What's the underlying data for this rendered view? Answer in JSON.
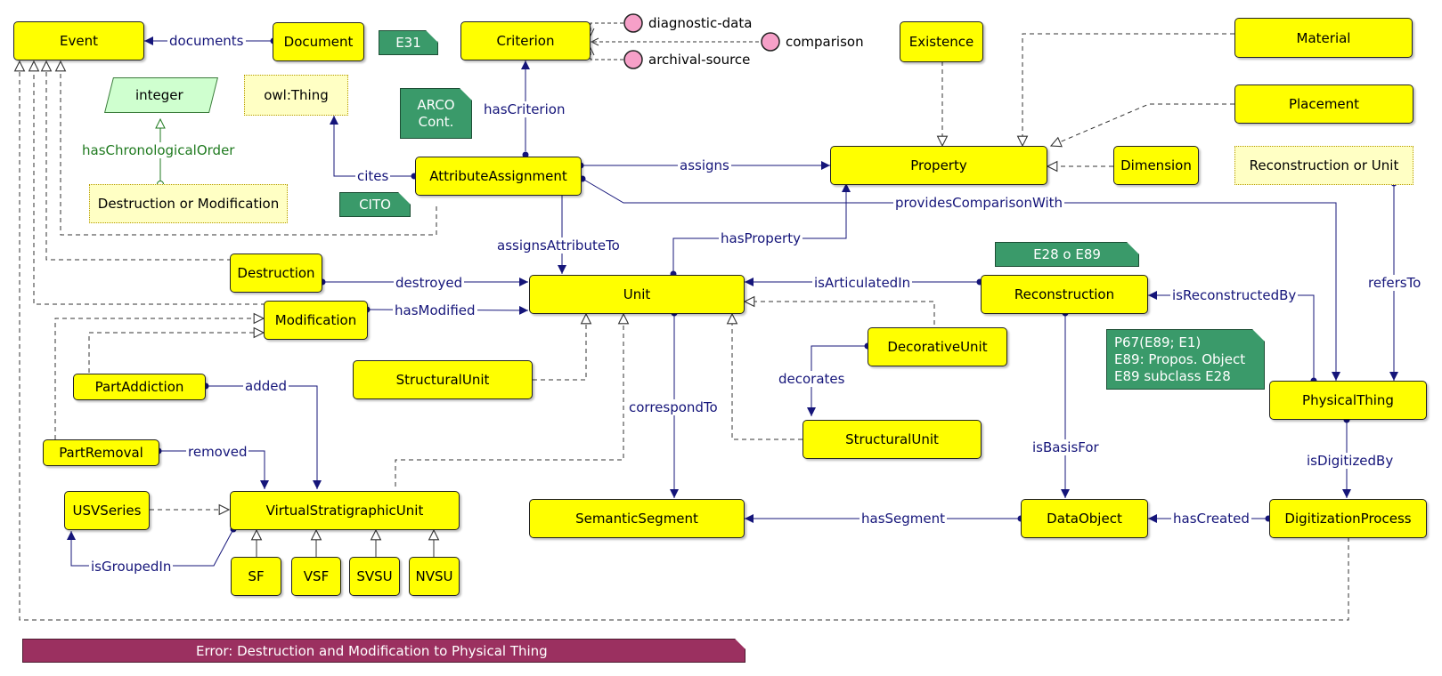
{
  "classes": {
    "event": "Event",
    "document": "Document",
    "criterion": "Criterion",
    "existence": "Existence",
    "material": "Material",
    "placement": "Placement",
    "property": "Property",
    "dimension": "Dimension",
    "attribute_assignment": "AttributeAssignment",
    "destruction": "Destruction",
    "modification": "Modification",
    "unit": "Unit",
    "reconstruction": "Reconstruction",
    "decorative_unit": "DecorativeUnit",
    "structural_unit_left": "StructuralUnit",
    "structural_unit_right": "StructuralUnit",
    "part_addiction": "PartAddiction",
    "part_removal": "PartRemoval",
    "physical_thing": "PhysicalThing",
    "usv_series": "USVSeries",
    "virtual_stratigraphic_unit": "VirtualStratigraphicUnit",
    "semantic_segment": "SemanticSegment",
    "data_object": "DataObject",
    "digitization_process": "DigitizationProcess",
    "sf": "SF",
    "vsf": "VSF",
    "svsu": "SVSU",
    "nvsu": "NVSU"
  },
  "external_classes": {
    "owl_thing": "owl:Thing",
    "destruction_or_modification": "Destruction or Modification",
    "reconstruction_or_unit": "Reconstruction or Unit"
  },
  "datatype": {
    "integer": "integer"
  },
  "individuals": [
    "diagnostic-data",
    "comparison",
    "archival-source"
  ],
  "notes": {
    "e31": "E31",
    "arco": [
      "ARCO",
      "Cont."
    ],
    "cito": "CITO",
    "e28_e89": "E28 o E89",
    "p67": [
      "P67(E89; E1)",
      "E89: Propos. Object",
      "E89 subclass E28"
    ]
  },
  "properties": {
    "documents": "documents",
    "has_criterion": "hasCriterion",
    "assigns": "assigns",
    "cites": "cites",
    "has_chronological_order": "hasChronologicalOrder",
    "provides_comparison_with": "providesComparisonWith",
    "assigns_attribute_to": "assignsAttributeTo",
    "has_property": "hasProperty",
    "destroyed": "destroyed",
    "is_articulated_in": "isArticulatedIn",
    "has_modified": "hasModified",
    "is_reconstructed_by": "isReconstructedBy",
    "refers_to": "refersTo",
    "decorates": "decorates",
    "added": "added",
    "correspond_to": "correspondTo",
    "removed": "removed",
    "is_basis_for": "isBasisFor",
    "is_digitized_by": "isDigitizedBy",
    "is_grouped_in": "isGroupedIn",
    "has_segment": "hasSegment",
    "has_created": "hasCreated"
  },
  "error_message": "Error: Destruction and Modification to Physical Thing",
  "colors": {
    "class_fill": "#ffff00",
    "external_fill": "#ffffc4",
    "datatype_fill": "#cfffcf",
    "note_fill": "#3a9a6a",
    "error_fill": "#9b3060",
    "property_color": "#15157a",
    "datatype_property_color": "#1f7a1f",
    "individual_fill": "#f6a0c8"
  }
}
